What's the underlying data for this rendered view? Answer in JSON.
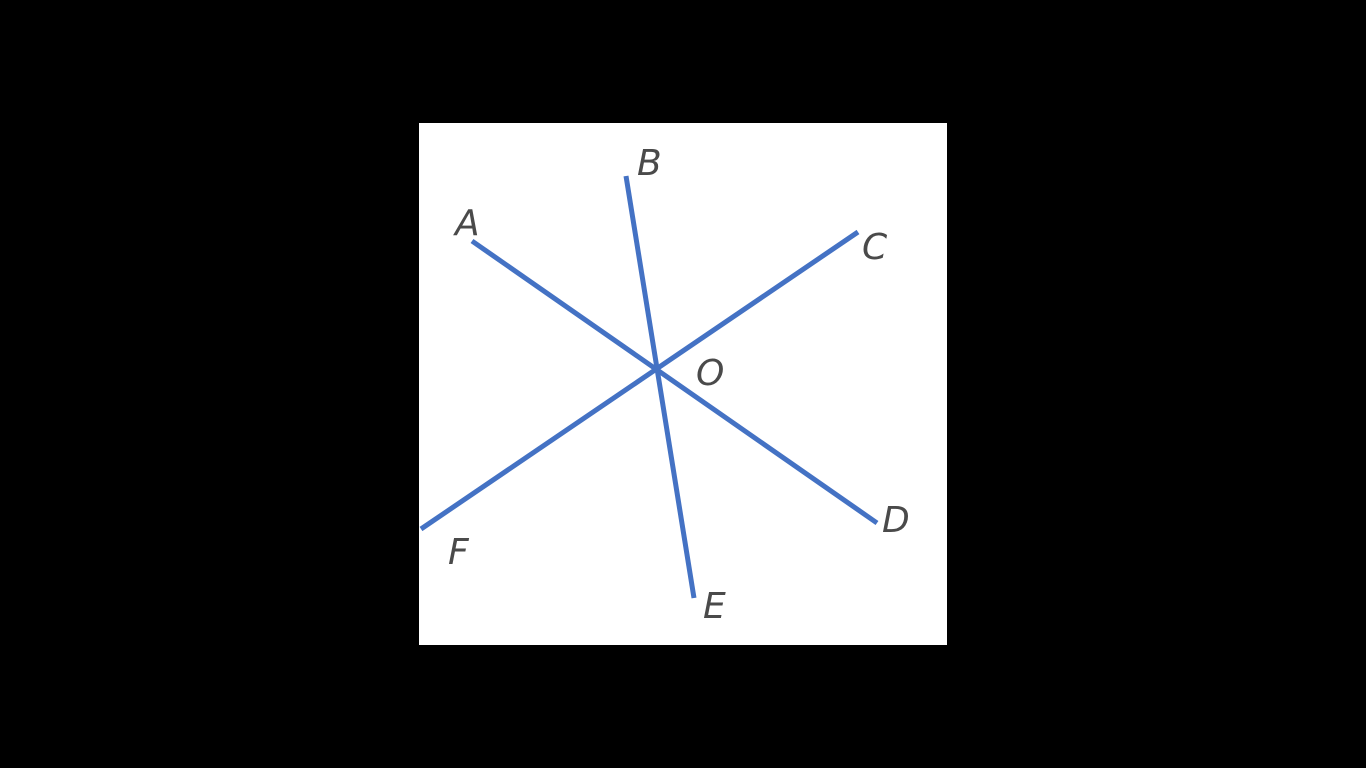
{
  "colors": {
    "background": "#000000",
    "panel": "#ffffff",
    "line": "#4472c4",
    "label": "#4a4a4a"
  },
  "diagram": {
    "center_label": "O",
    "lines": [
      {
        "from": "A",
        "to": "D"
      },
      {
        "from": "B",
        "to": "E"
      },
      {
        "from": "C",
        "to": "F"
      }
    ],
    "labels": {
      "A": "A",
      "B": "B",
      "C": "C",
      "D": "D",
      "E": "E",
      "F": "F",
      "O": "O"
    }
  }
}
